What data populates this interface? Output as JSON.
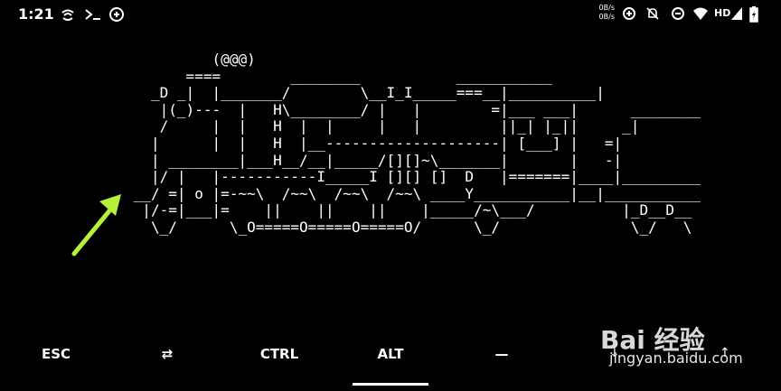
{
  "status_bar": {
    "time": "1:21",
    "net_up": "0B/s",
    "net_down": "0B/s",
    "network_type": "HD",
    "left_icons": [
      "hotspot-icon",
      "terminal-prompt-icon",
      "data-saver-icon"
    ],
    "right_icons": [
      "data-saver-icon",
      "notifications-off-icon",
      "do-not-disturb-icon",
      "wifi-icon",
      "signal-icon",
      "battery-charging-icon"
    ]
  },
  "terminal": {
    "lines": [
      "          (@@@)",
      "       ====        ________           ___________",
      "   _D _|  |_______/        \\__I_I_____===__|__________|",
      "    |(_)---  |   H\\________/ |   |        =|___ ___|      ________",
      "    /     |  |   H  |  |     |   |         ||_| |_||     _|",
      "   |      |  |   H  |__--------------------| [___] |   =|",
      "   | ________|___H__/__|_____/[][]~\\_______|       |   -|",
      "   |/ |   |-----------I_____I [][] []  D   |=======|____|_________",
      " __/ =| o |=-~~\\  /~~\\  /~~\\  /~~\\ ____Y___________|__|___________",
      "  |/-=|___|=    ||    ||    ||    |_____/~\\___/          |_D__D__",
      "   \\_/      \\_O=====O=====O=====O/      \\_/               \\_/   \\"
    ]
  },
  "extra_keys": {
    "esc": "ESC",
    "tab": "⇄",
    "ctrl": "CTRL",
    "alt": "ALT",
    "dash": "—",
    "down": "↓",
    "up": "↑"
  },
  "watermark": {
    "brand": "Bai 经验",
    "site": "jingyan.baidu.com"
  },
  "colors": {
    "background": "#000000",
    "text": "#ffffff",
    "annotation_arrow": "#b6f23a"
  }
}
